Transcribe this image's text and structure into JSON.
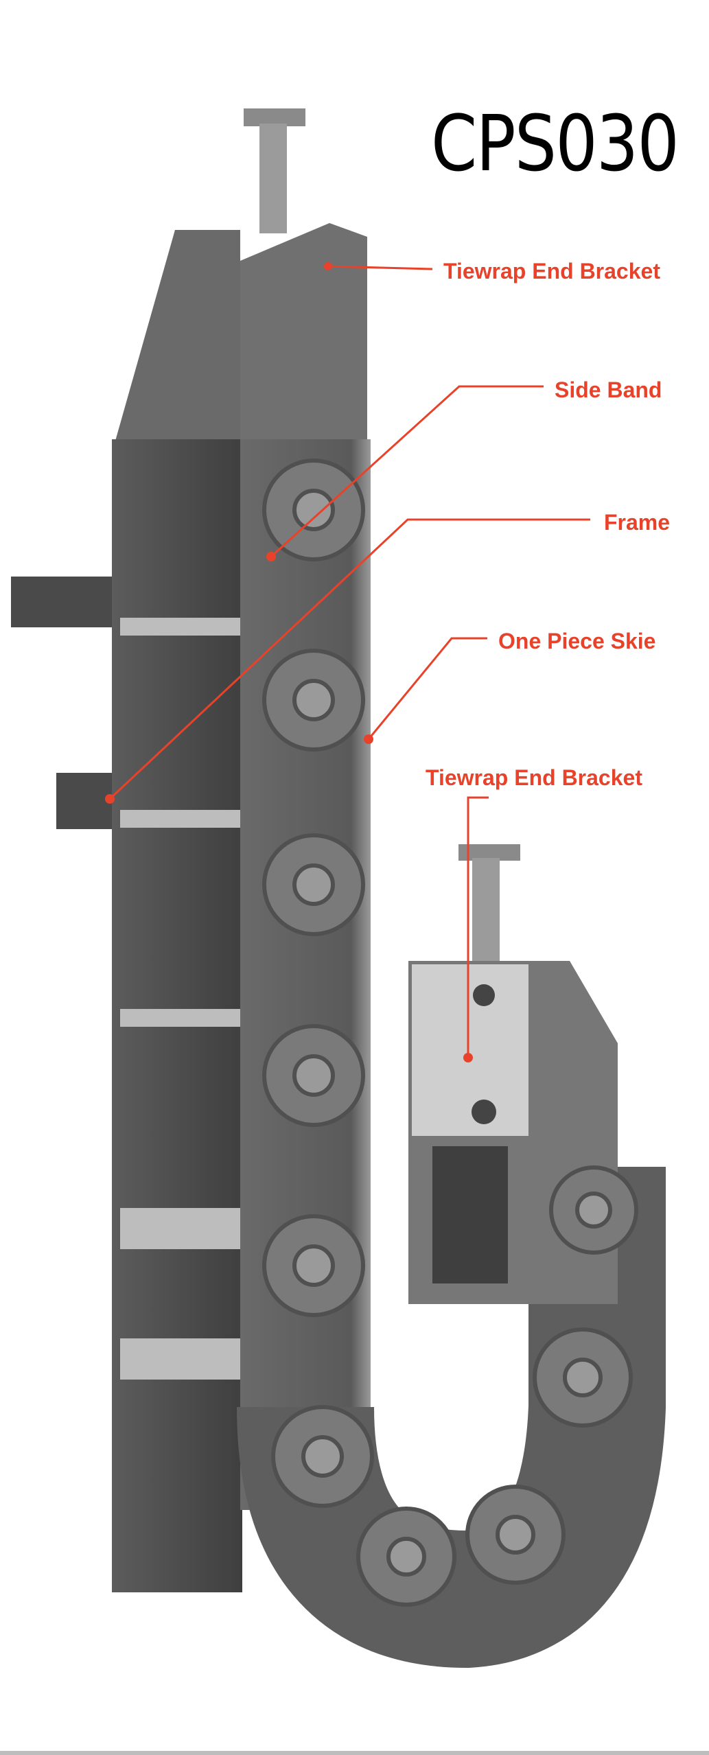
{
  "title": "CPS030",
  "labels": [
    {
      "text": "Tiewrap End Bracket"
    },
    {
      "text": "Side Band"
    },
    {
      "text": "Frame"
    },
    {
      "text": "One Piece Skie"
    },
    {
      "text": "Tiewrap End Bracket"
    }
  ],
  "colors": {
    "label": "#e8432a",
    "chain_dark": "#4f4f4f",
    "chain_mid": "#6b6b6b",
    "chain_light": "#9a9a9a"
  }
}
